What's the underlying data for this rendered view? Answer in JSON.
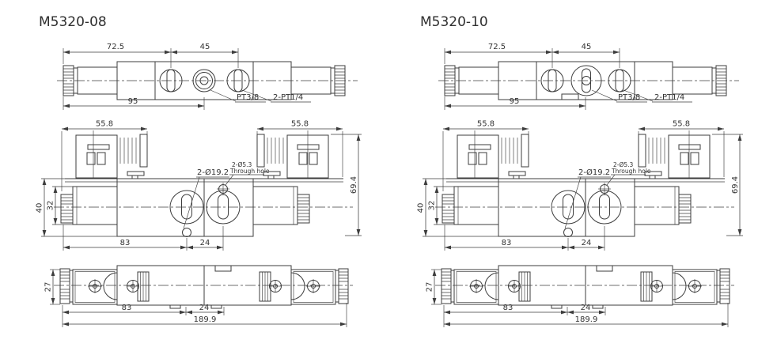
{
  "theme": {
    "background": "#ffffff",
    "line_color": "#3d3d3d",
    "text_color": "#333333",
    "bullet_color": "#afafaf"
  },
  "drawings": [
    {
      "title": "M5320-08",
      "top_view": {
        "dims": {
          "left_to_center_port": "72.5",
          "port_span": "45",
          "body_length": "95"
        },
        "port_labels": {
          "center": "PT3/8",
          "sides": "2-PT1/4"
        }
      },
      "front_view": {
        "dims": {
          "coil_left_width": "55.8",
          "coil_right_width": "55.8",
          "overall_height": "69.4",
          "body_height": "40",
          "coil_height": "32",
          "hole_left_offset": "83",
          "hole_spacing": "24"
        },
        "hole_labels": {
          "ports": "2-Ø19.2",
          "through_dia": "2-Ø5.3",
          "through_note": "Through hole"
        }
      },
      "bottom_view": {
        "dims": {
          "body_height": "27",
          "hole_left_offset": "83",
          "hole_spacing": "24",
          "overall_length": "189.9"
        }
      }
    },
    {
      "title": "M5320-10",
      "top_view": {
        "dims": {
          "left_to_center_port": "72.5",
          "port_span": "45",
          "body_length": "95"
        },
        "port_labels": {
          "center": "PT3/8",
          "sides": "2-PT1/4"
        }
      },
      "front_view": {
        "dims": {
          "coil_left_width": "55.8",
          "coil_right_width": "55.8",
          "overall_height": "69.4",
          "body_height": "40",
          "coil_height": "32",
          "hole_left_offset": "83",
          "hole_spacing": "24"
        },
        "hole_labels": {
          "ports": "2-Ø19.2",
          "through_dia": "2-Ø5.3",
          "through_note": "Through hole"
        }
      },
      "bottom_view": {
        "dims": {
          "body_height": "27",
          "hole_left_offset": "83",
          "hole_spacing": "24",
          "overall_length": "189.9"
        }
      }
    }
  ]
}
